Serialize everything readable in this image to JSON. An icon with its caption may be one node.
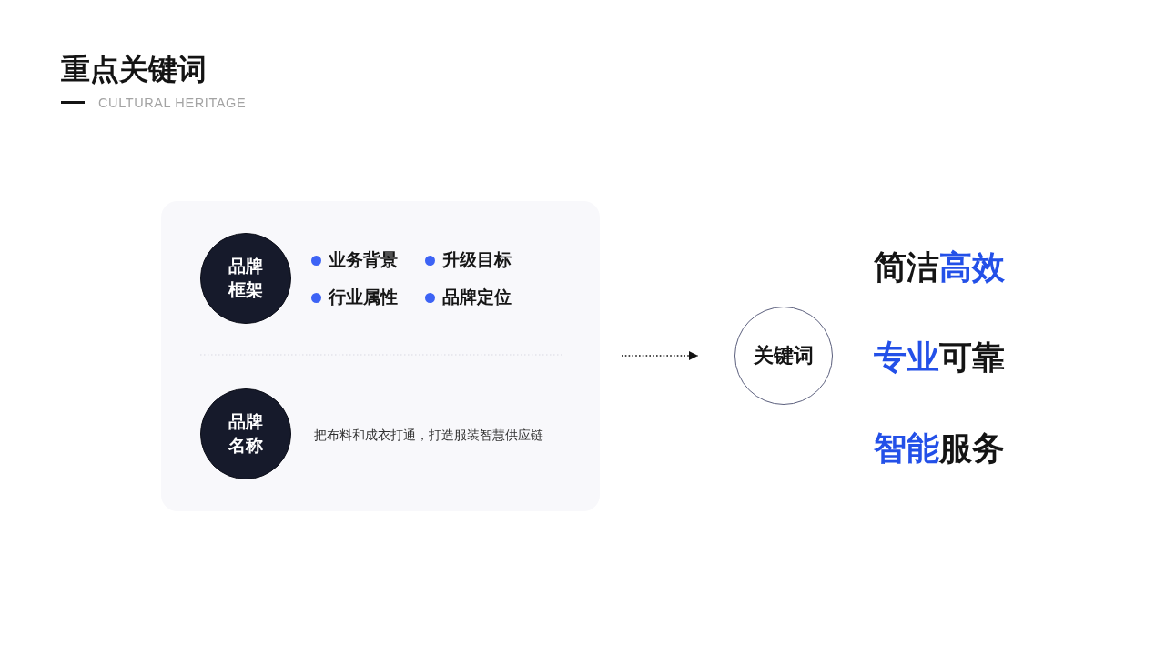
{
  "diagram": {
    "title": "重点关键词",
    "nodes": [
      {
        "text": [],
        "shape": "box"
      },
      {
        "text": [
          "品牌框架"
        ],
        "in": 0
      },
      {
        "text": [
          "品牌名称"
        ],
        "in": 0
      },
      {
        "text": [
          "关键词"
        ]
      }
    ],
    "edges": [
      {
        "from": 0,
        "to": 3,
        "arrow": "to",
        "style": "dashed"
      }
    ],
    "labels": [
      "CULTURAL HERITAGE",
      "业务背景",
      "升级目标",
      "行业属性",
      "品牌定位",
      "把布料和成衣打通，打造服装智慧供应链",
      "简洁**高效**",
      "**专业**可靠",
      "**智能**服务"
    ]
  }
}
